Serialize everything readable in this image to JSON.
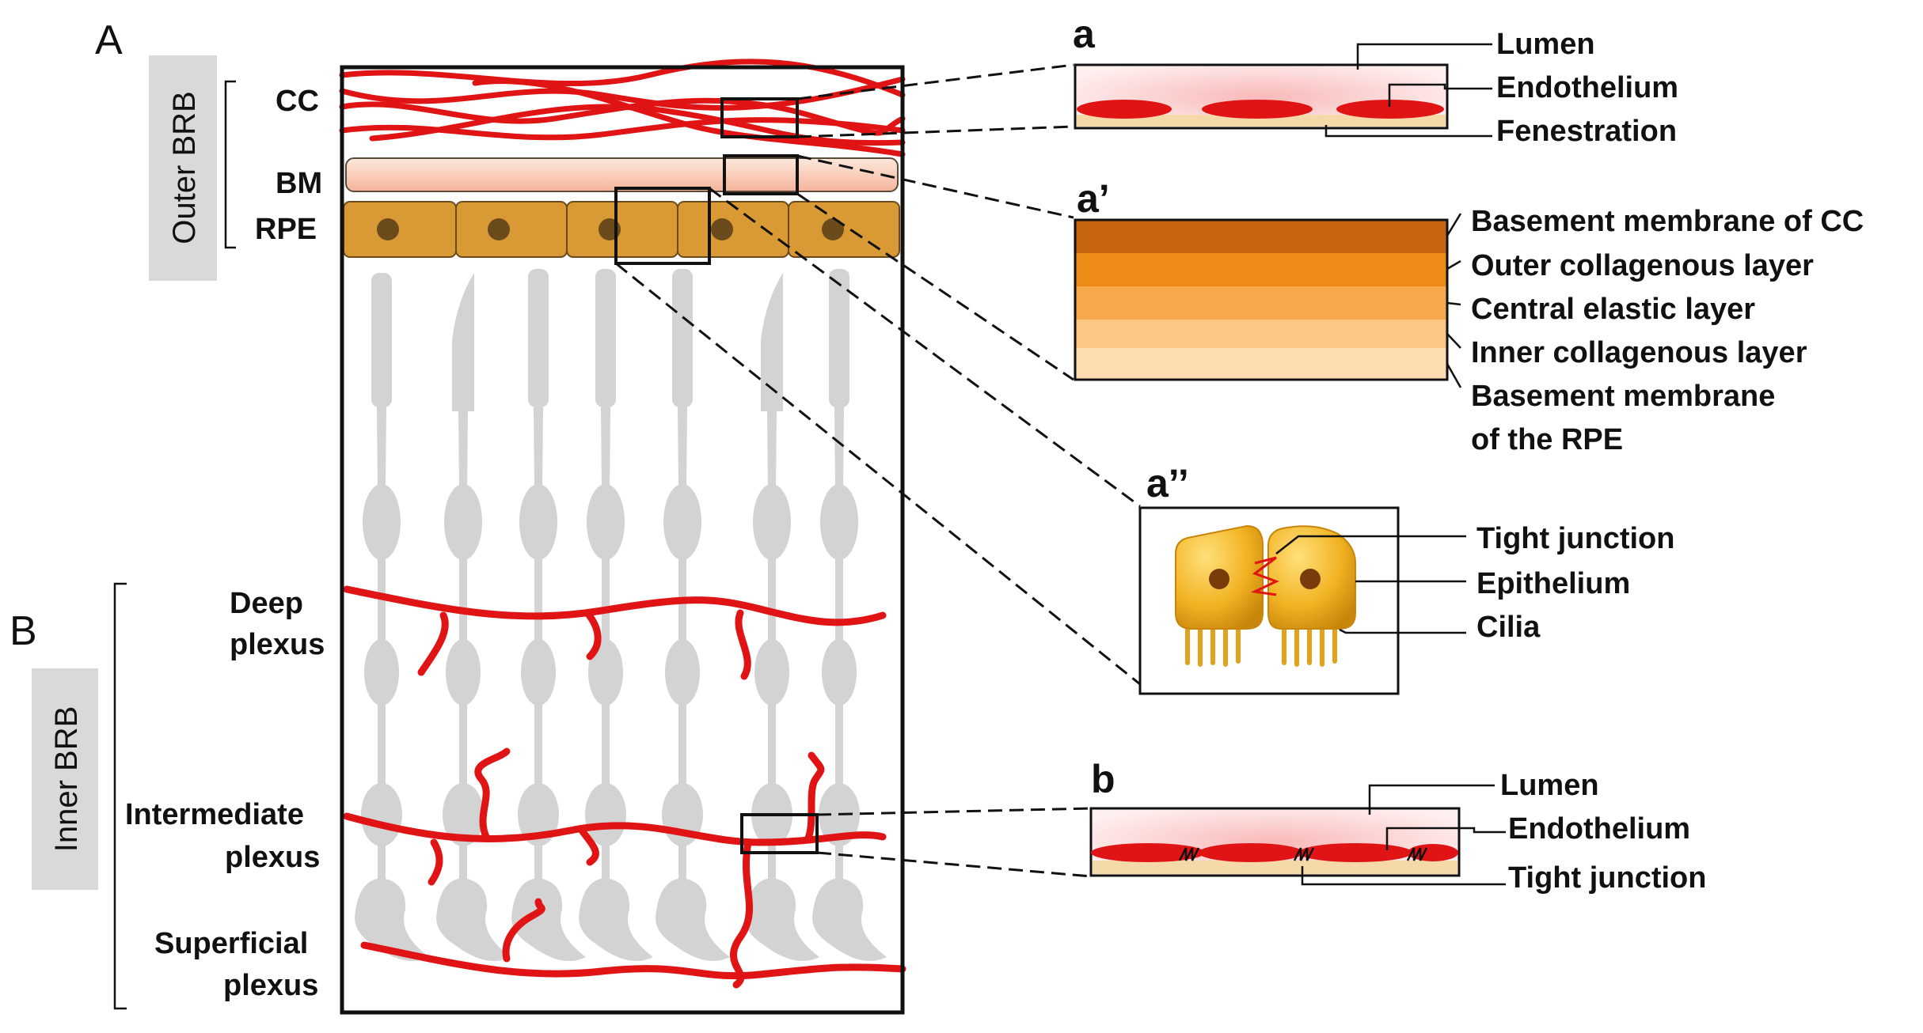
{
  "panel_letters": {
    "A": "A",
    "B": "B"
  },
  "side_labels": {
    "outer": "Outer BRB",
    "inner": "Inner BRB"
  },
  "layer_labels": {
    "cc": "CC",
    "bm": "BM",
    "rpe": "RPE"
  },
  "plexus_labels": {
    "deep": [
      "Deep",
      "plexus"
    ],
    "intermediate": [
      "Intermediate",
      "plexus"
    ],
    "superficial": [
      "Superficial",
      "plexus"
    ]
  },
  "inset_a": {
    "letter": "a",
    "labels": [
      "Lumen",
      "Endothelium",
      "Fenestration"
    ]
  },
  "inset_a1": {
    "letter": "a’",
    "labels": [
      "Basement membrane of CC",
      "Outer collagenous layer",
      "Central elastic layer",
      "Inner collagenous layer",
      "Basement membrane",
      "of the RPE"
    ],
    "layer_colors": [
      "#c8640e",
      "#ee8a16",
      "#f7a84a",
      "#fbc783",
      "#fddcb2"
    ]
  },
  "inset_a2": {
    "letter": "a’’",
    "labels": [
      "Tight junction",
      "Epithelium",
      "Cilia"
    ]
  },
  "inset_b": {
    "letter": "b",
    "labels": [
      "Lumen",
      "Endothelium",
      "Tight junction"
    ]
  },
  "colors": {
    "vessel": "#e01414",
    "rpe": "#d99a36",
    "nucleus": "#6b4a1c",
    "photoreceptor": "#d3d3d3",
    "label_bg": "#d9d9d9"
  }
}
